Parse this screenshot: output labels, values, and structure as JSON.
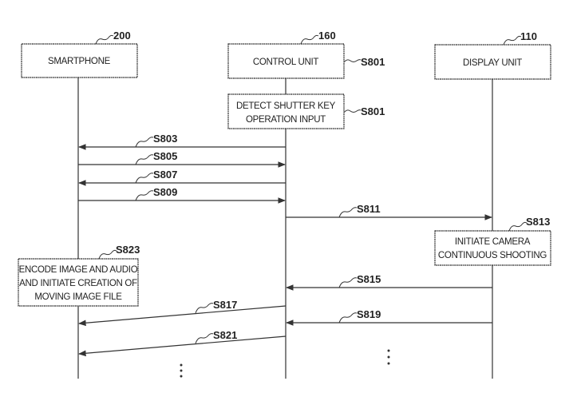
{
  "diagram": {
    "type": "sequence-diagram",
    "participants": [
      {
        "id": "smartphone",
        "label": "SMARTPHONE",
        "ref": "200"
      },
      {
        "id": "control",
        "label": "CONTROL UNIT",
        "ref": "160",
        "step": "S801"
      },
      {
        "id": "display",
        "label": "DISPLAY UNIT",
        "ref": "110"
      }
    ],
    "process_boxes": [
      {
        "id": "detect",
        "owner": "control",
        "lines": [
          "DETECT SHUTTER KEY",
          "OPERATION INPUT"
        ],
        "step": "S801"
      },
      {
        "id": "initiate",
        "owner": "display",
        "lines": [
          "INITIATE CAMERA",
          "CONTINUOUS SHOOTING"
        ],
        "step": "S813"
      },
      {
        "id": "encode",
        "owner": "smartphone",
        "lines": [
          "ENCODE IMAGE AND AUDIO",
          "AND INITIATE CREATION OF",
          "MOVING IMAGE FILE"
        ],
        "step": "S823"
      }
    ],
    "messages": [
      {
        "step": "S803",
        "from": "control",
        "to": "smartphone"
      },
      {
        "step": "S805",
        "from": "smartphone",
        "to": "control"
      },
      {
        "step": "S807",
        "from": "control",
        "to": "smartphone"
      },
      {
        "step": "S809",
        "from": "smartphone",
        "to": "control"
      },
      {
        "step": "S811",
        "from": "control",
        "to": "display"
      },
      {
        "step": "S815",
        "from": "display",
        "to": "control"
      },
      {
        "step": "S817",
        "from": "control",
        "to": "smartphone"
      },
      {
        "step": "S819",
        "from": "display",
        "to": "control"
      },
      {
        "step": "S821",
        "from": "control",
        "to": "smartphone"
      }
    ],
    "continuation": "⋮"
  }
}
